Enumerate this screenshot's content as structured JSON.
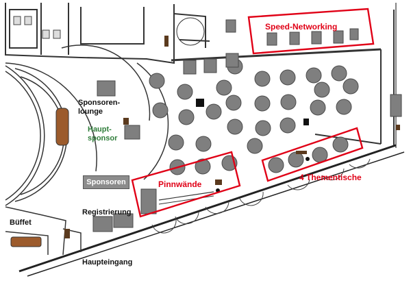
{
  "labels": {
    "speed_networking": "Speed-Networking",
    "sponsoren_lounge": "Sponsoren-\nlounge",
    "haupt_sponsor": "Haupt-\nsponsor",
    "sponsoren": "Sponsoren",
    "pinnwaende": "Pinnwände",
    "themen_tische": "4 Thementische",
    "registrierung": "Registrierung",
    "bueffet": "Büffet",
    "haupteingang": "Haupteingang"
  },
  "colors": {
    "highlight_frame": "#e00016",
    "group_label": "#2f7d3a",
    "furniture": "#7f7f7f",
    "wall": "#222222"
  }
}
